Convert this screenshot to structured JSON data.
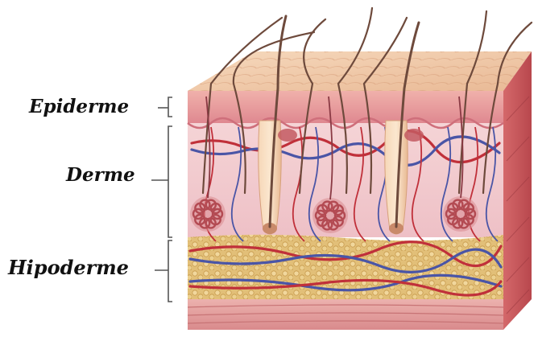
{
  "labels": {
    "epidermis": "Epiderme",
    "dermis": "Derme",
    "hypodermis": "Hipoderme"
  },
  "colors": {
    "surface_top": "#f0c7a6",
    "epidermis": "#e79aa0",
    "dermis": "#f2cfd2",
    "hypodermis": "#d8b46b",
    "muscle": "#e6a3a2",
    "side_face": "#c9565a",
    "hair": "#6e4a3c",
    "artery": "#c0303a",
    "vein": "#4a55a6",
    "gland": "#b34a52",
    "bracket": "#555555"
  }
}
